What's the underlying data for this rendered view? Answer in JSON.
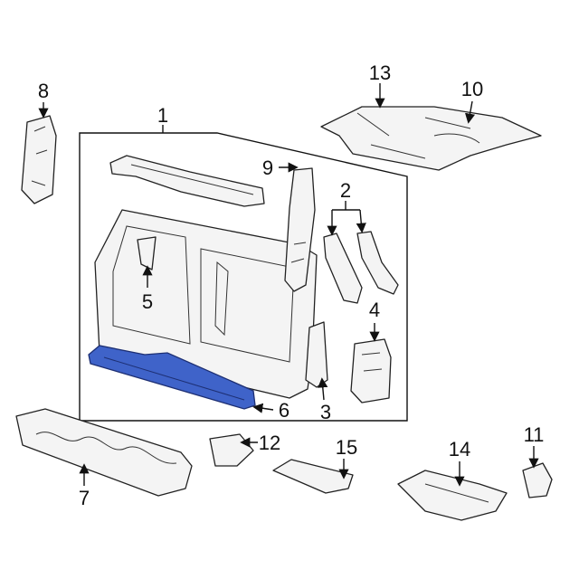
{
  "diagram": {
    "highlight_color": "#3f63c9",
    "callouts": [
      {
        "id": "1",
        "label": "1"
      },
      {
        "id": "2",
        "label": "2"
      },
      {
        "id": "3",
        "label": "3"
      },
      {
        "id": "4",
        "label": "4"
      },
      {
        "id": "5",
        "label": "5"
      },
      {
        "id": "6",
        "label": "6",
        "highlighted": true
      },
      {
        "id": "7",
        "label": "7"
      },
      {
        "id": "8",
        "label": "8"
      },
      {
        "id": "9",
        "label": "9"
      },
      {
        "id": "10",
        "label": "10"
      },
      {
        "id": "11",
        "label": "11"
      },
      {
        "id": "12",
        "label": "12"
      },
      {
        "id": "13",
        "label": "13"
      },
      {
        "id": "14",
        "label": "14"
      },
      {
        "id": "15",
        "label": "15"
      }
    ]
  }
}
